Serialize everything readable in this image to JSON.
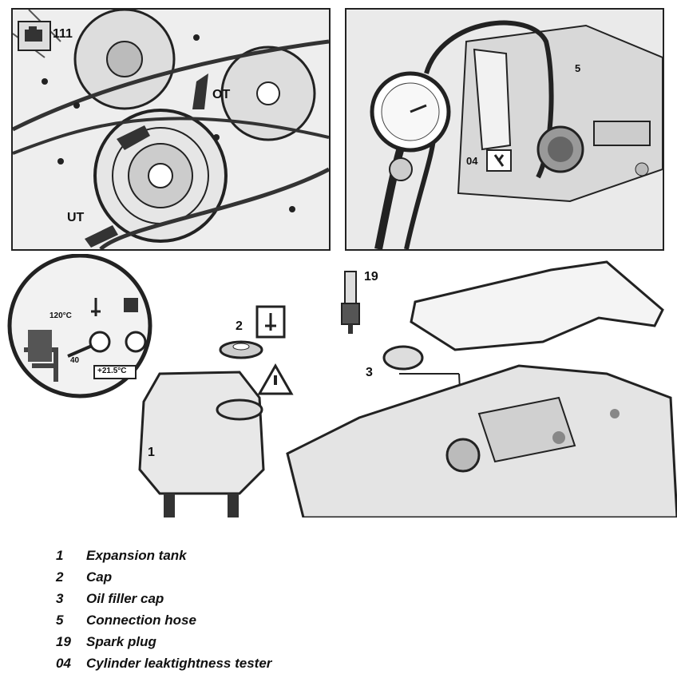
{
  "panels": {
    "belt_drive": {
      "badge": "111",
      "top_mark": "OT",
      "bottom_mark": "UT"
    },
    "tester": {
      "callout_hose": "5",
      "callout_tester": "04"
    }
  },
  "lower": {
    "callout_spark_plug": "19",
    "callout_cap": "2",
    "callout_oil_cap": "3",
    "callout_tank": "1",
    "gauge_120": "120°C",
    "gauge_40": "40",
    "gauge_readout": "+21.5°C"
  },
  "legend": [
    {
      "num": "1",
      "label": "Expansion tank"
    },
    {
      "num": "2",
      "label": "Cap"
    },
    {
      "num": "3",
      "label": "Oil filler cap"
    },
    {
      "num": "5",
      "label": "Connection hose"
    },
    {
      "num": "19",
      "label": "Spark plug"
    },
    {
      "num": "04",
      "label": "Cylinder leaktightness tester"
    }
  ]
}
